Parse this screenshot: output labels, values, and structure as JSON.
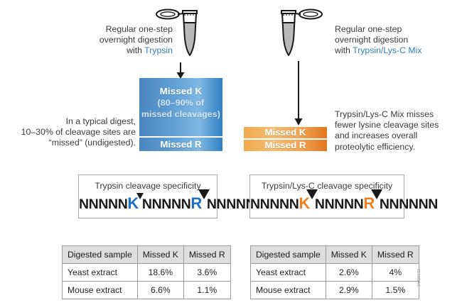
{
  "figure": {
    "left": {
      "intro_text": {
        "line1": "Regular one-step",
        "line2": "overnight digestion",
        "line3_prefix": "with ",
        "line3_accent": "Trypsin"
      },
      "note_text": {
        "line1": "In a typical digest,",
        "line2": "10–30% of cleavage sites are",
        "line3": "“missed” (undigested)."
      },
      "result_boxes": {
        "missed_k_label": "Missed K",
        "missed_k_sub_line1": "(80–90% of",
        "missed_k_sub_line2": "missed cleavages)",
        "missed_r_label": "Missed R",
        "color": "#4a86c0"
      },
      "specificity": {
        "title": "Trypsin cleavage specificity",
        "seq_part1": "NNNNN",
        "residue1": "K",
        "seq_part2": "NNNNN",
        "residue2": "R",
        "seq_part3": "NNNNNN",
        "residue_color": "#1f6fc0"
      },
      "table": {
        "headers": [
          "Digested sample",
          "Missed K",
          "Missed R"
        ],
        "rows": [
          [
            "Yeast extract",
            "18.6%",
            "3.6%"
          ],
          [
            "Mouse extract",
            "6.6%",
            "1.1%"
          ]
        ]
      },
      "tube_icon": "microcentrifuge-tube",
      "arrow_icon": "down-arrow"
    },
    "right": {
      "intro_text": {
        "line1": "Regular one-step",
        "line2": "overnight digestion",
        "line3_prefix": "with ",
        "line3_accent": "Trypsin/Lys-C Mix"
      },
      "note_text": {
        "line1": "Trypsin/Lys-C Mix misses",
        "line2": "fewer lysine cleavage sites",
        "line3": "and increases overall",
        "line4": "proteolytic efficiency."
      },
      "result_boxes": {
        "missed_k_label": "Missed K",
        "missed_r_label": "Missed R",
        "color": "#ef8021"
      },
      "specificity": {
        "title": "Trypsin/Lys-C cleavage specificity",
        "seq_part1": "NNNNN",
        "residue1": "K",
        "seq_part2": "NNNNN",
        "residue2": "R",
        "seq_part3": "NNNNNN",
        "residue_color": "#ef8021"
      },
      "table": {
        "headers": [
          "Digested sample",
          "Missed K",
          "Missed R"
        ],
        "rows": [
          [
            "Yeast extract",
            "2.6%",
            "4%"
          ],
          [
            "Mouse extract",
            "2.9%",
            "1.5%"
          ]
        ]
      },
      "tube_icon": "microcentrifuge-tube",
      "arrow_icon": "down-arrow"
    },
    "footer_code": "1119BAC"
  }
}
